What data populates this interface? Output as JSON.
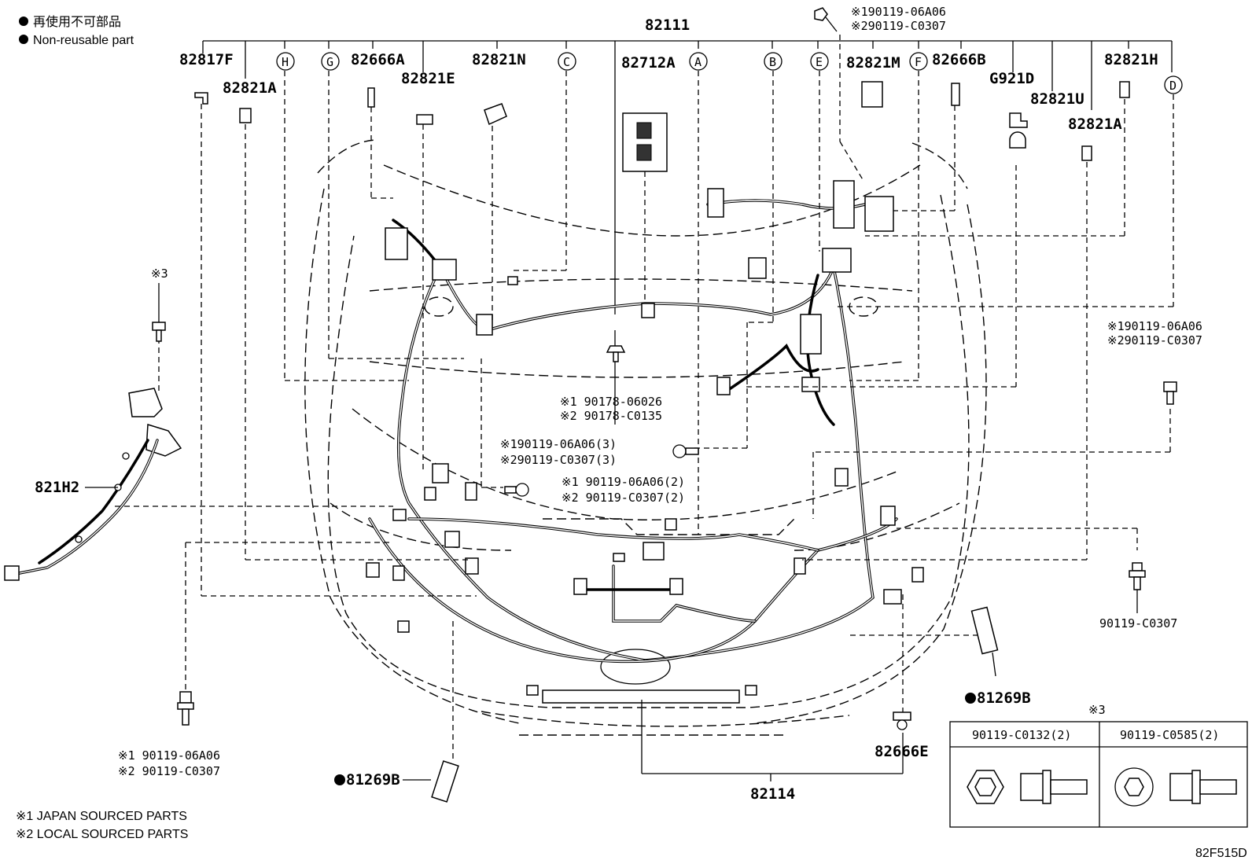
{
  "legend": {
    "nonreusable_jp": "再使用不可部品",
    "nonreusable_en": "Non-reusable part",
    "note1": "※1 JAPAN SOURCED PARTS",
    "note2": "※2 LOCAL SOURCED PARTS",
    "note3_mark": "※3"
  },
  "diagram_code": "82F515D",
  "labels": {
    "p82111": "82111",
    "p82817F": "82817F",
    "p82821A_left": "82821A",
    "p82666A": "82666A",
    "p82821E": "82821E",
    "p82821N": "82821N",
    "p82712A": "82712A",
    "p82821M": "82821M",
    "p82666B": "82666B",
    "pG921D": "G921D",
    "p82821U": "82821U",
    "p82821H": "82821H",
    "p82821A_right": "82821A",
    "p821H2": "821H2",
    "p81269B_left": "81269B",
    "p81269B_right": "81269B",
    "p82666E": "82666E",
    "p82114": "82114",
    "p90119_C0307": "90119-C0307"
  },
  "refs": {
    "top1": "※190119-06A06",
    "top2": "※290119-C0307",
    "right1": "※190119-06A06",
    "right2": "※290119-C0307",
    "mid1": "※1 90178-06026",
    "mid2": "※2 90178-C0135",
    "c1": "※190119-06A06(3)",
    "c2": "※290119-C0307(3)",
    "d1": "※1 90119-06A06(2)",
    "d2": "※2 90119-C0307(2)",
    "bl1": "※1 90119-06A06",
    "bl2": "※2 90119-C0307"
  },
  "circles": [
    "H",
    "G",
    "C",
    "A",
    "B",
    "E",
    "F",
    "D"
  ],
  "inset": {
    "mark": "※3",
    "col1": "90119-C0132(2)",
    "col2": "90119-C0585(2)"
  }
}
